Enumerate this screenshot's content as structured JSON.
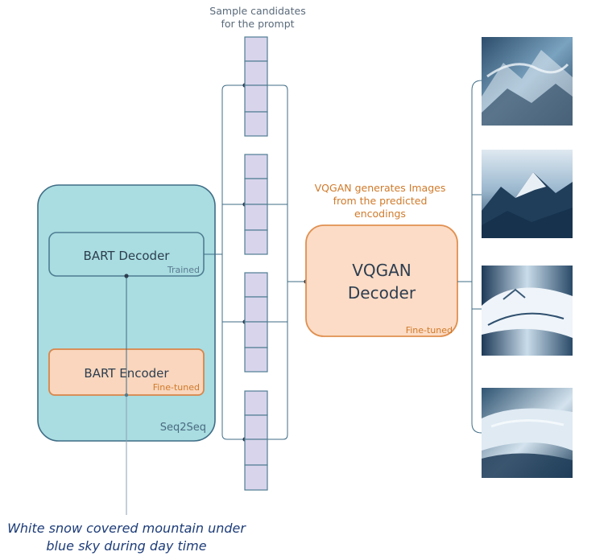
{
  "texts": {
    "sample_line1": "Sample candidates",
    "sample_line2": "for the prompt",
    "vqgan_note_line1": "VQGAN generates Images",
    "vqgan_note_line2": "from the predicted",
    "vqgan_note_line3": "encodings",
    "bart_decoder": "BART Decoder",
    "trained_tag": "Trained",
    "bart_encoder": "BART Encoder",
    "encoder_finetuned_tag": "Fine-tuned",
    "seq2seq": "Seq2Seq",
    "vqgan_line1": "VQGAN",
    "vqgan_line2": "Decoder",
    "vqgan_finetuned_tag": "Fine-tuned",
    "prompt_line1": "White snow covered mountain under",
    "prompt_line2": "blue sky during day time"
  },
  "colors": {
    "seq2seq_fill": "#a9dde1",
    "seq2seq_stroke": "#3f6d86",
    "decoder_stroke": "#4f7d92",
    "encoder_fill": "#f9d6bd",
    "encoder_stroke": "#d9854a",
    "vqgan_fill": "#fcdcc6",
    "vqgan_stroke": "#e09050",
    "token_fill": "#d8d4ec",
    "token_stroke": "#4f7d92",
    "line": "#3f6d86"
  },
  "icons": {
    "generated_images": [
      "mountain-image-1",
      "mountain-image-2",
      "mountain-image-3",
      "mountain-image-4"
    ]
  }
}
